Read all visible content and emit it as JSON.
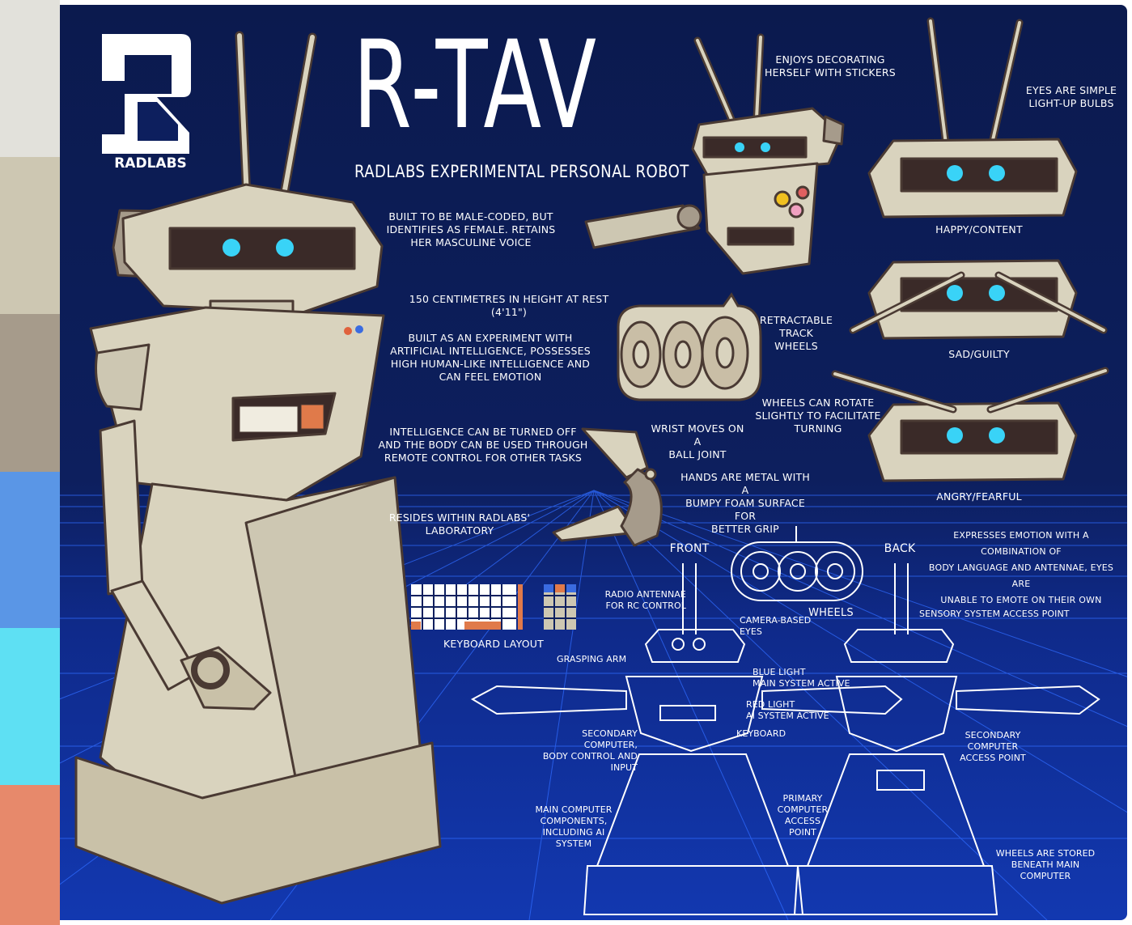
{
  "palette": [
    "#e2e1db",
    "#cdc7b2",
    "#a69b8b",
    "#5a96e6",
    "#5ee0f3",
    "#e7896b"
  ],
  "colors": {
    "background": "#0d1f5e",
    "grid": "#2f6bff",
    "body": "#d9d3be",
    "outline": "#4a3a33",
    "eyes": "#39d3f7"
  },
  "logo": {
    "wordmark": "RADLABS"
  },
  "title": "R-TAV",
  "subtitle": "RADLABS EXPERIMENTAL PERSONAL ROBOT",
  "notes": {
    "male_coded": "BUILT TO BE MALE-CODED, BUT\nIDENTIFIES AS FEMALE. RETAINS\nHER MASCULINE VOICE",
    "height": "150 CENTIMETRES IN HEIGHT AT REST (4'11\")",
    "ai": "BUILT AS AN EXPERIMENT WITH\nARTIFICIAL INTELLIGENCE, POSSESSES\nHIGH HUMAN-LIKE INTELLIGENCE AND\nCAN FEEL EMOTION",
    "remote": "INTELLIGENCE CAN BE TURNED OFF\nAND THE BODY CAN BE USED THROUGH\nREMOTE CONTROL FOR OTHER TASKS",
    "resides": "RESIDES WITHIN RADLABS'\nLABORATORY",
    "stickers": "ENJOYS DECORATING\nHERSELF WITH STICKERS",
    "eyes_simple": "EYES ARE SIMPLE\nLIGHT-UP BULBS",
    "track": "RETRACTABLE\nTRACK\nWHEELS",
    "wheels_rotate": "WHEELS CAN ROTATE\nSLIGHTLY TO FACILITATE\nTURNING",
    "wrist": "WRIST MOVES ON A\nBALL JOINT",
    "hands": "HANDS ARE METAL WITH A\nBUMPY FOAM SURFACE FOR\nBETTER GRIP",
    "emotion": "EXPRESSES EMOTION WITH A COMBINATION OF\nBODY LANGUAGE AND ANTENNAE, EYES ARE\nUNABLE TO EMOTE ON THEIR OWN"
  },
  "expressions": {
    "happy": "HAPPY/CONTENT",
    "sad": "SAD/GUILTY",
    "angry": "ANGRY/FEARFUL"
  },
  "keyboard_label": "KEYBOARD LAYOUT",
  "blueprint": {
    "front": "FRONT",
    "back": "BACK",
    "wheels": "WHEELS",
    "radio_antennae": "RADIO ANTENNAE\nFOR RC CONTROL",
    "camera_eyes": "CAMERA-BASED\nEYES",
    "grasping_arm": "GRASPING ARM",
    "blue_light": "BLUE LIGHT\nMAIN SYSTEM ACTIVE",
    "red_light": "RED LIGHT\nAI SYSTEM ACTIVE",
    "keyboard": "KEYBOARD",
    "secondary_computer": "SECONDARY COMPUTER,\nBODY CONTROL AND INPUT",
    "main_computer": "MAIN COMPUTER\nCOMPONENTS,\nINCLUDING AI SYSTEM",
    "sensory_access": "SENSORY SYSTEM ACCESS POINT",
    "secondary_access": "SECONDARY COMPUTER\nACCESS POINT",
    "primary_access": "PRIMARY\nCOMPUTER\nACCESS POINT",
    "wheels_stored": "WHEELS ARE STORED\nBENEATH MAIN COMPUTER"
  }
}
